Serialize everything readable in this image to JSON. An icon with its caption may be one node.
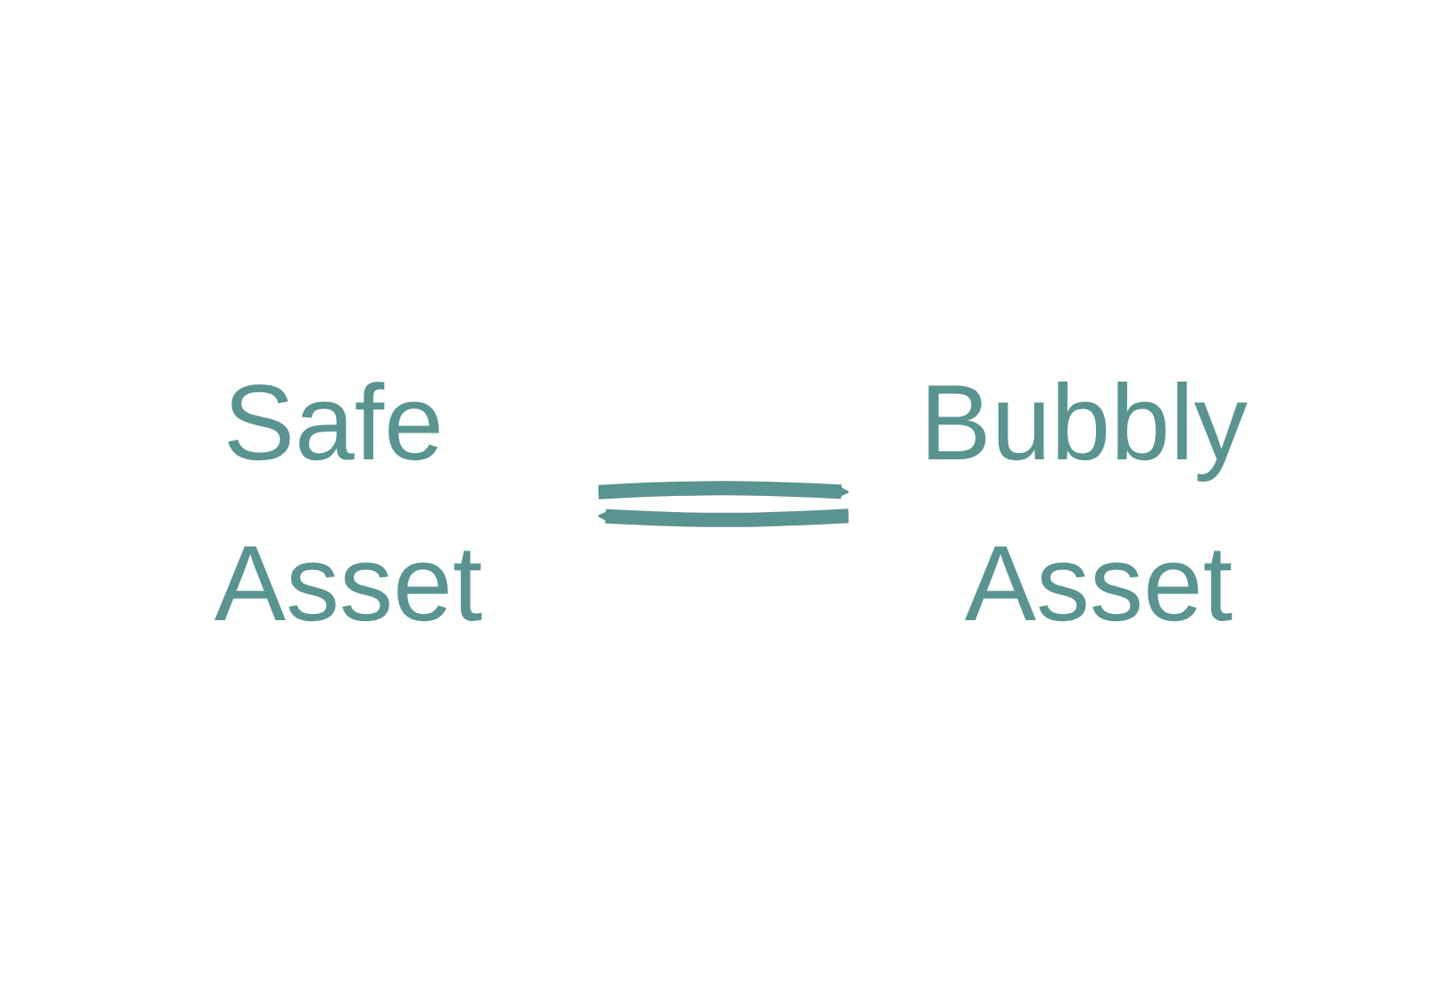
{
  "diagram": {
    "nodes": [
      {
        "text": [
          "Safe Asset"
        ]
      },
      {
        "text": [
          "Bubbly Asset"
        ]
      }
    ],
    "edges": [
      {
        "from": 0,
        "to": 1,
        "arrow": "to"
      },
      {
        "from": 1,
        "to": 0,
        "arrow": "to"
      }
    ]
  }
}
